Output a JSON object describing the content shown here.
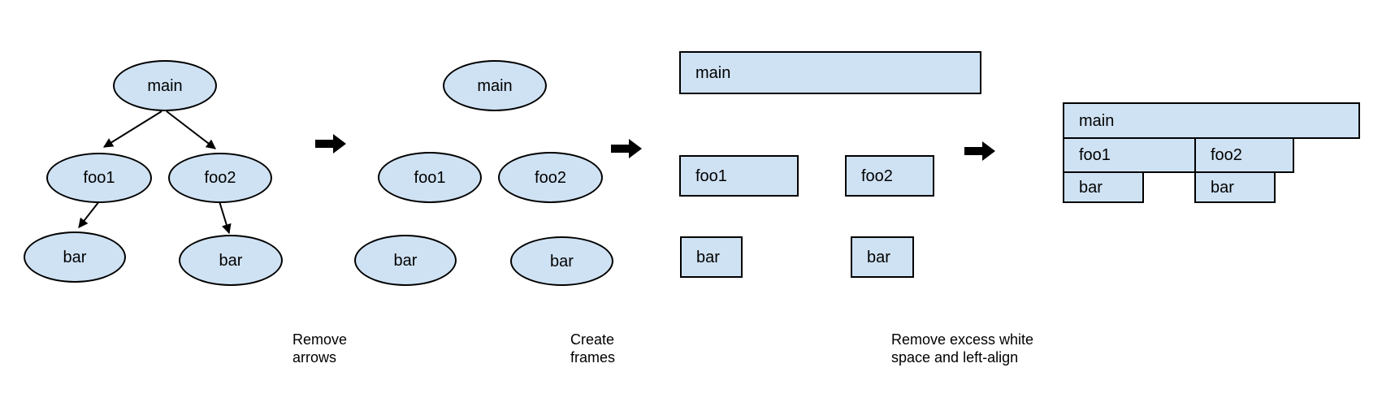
{
  "colors": {
    "shape_fill": "#cfe2f3",
    "shape_border": "#000000",
    "arrow_color": "#000000",
    "text_color": "#000000",
    "background": "#ffffff"
  },
  "panels": [
    {
      "name": "call-tree-with-arrows",
      "shape": "ellipse",
      "nodes": [
        {
          "id": "main",
          "label": "main"
        },
        {
          "id": "foo1",
          "label": "foo1"
        },
        {
          "id": "foo2",
          "label": "foo2"
        },
        {
          "id": "bar-left",
          "label": "bar"
        },
        {
          "id": "bar-right",
          "label": "bar"
        }
      ],
      "edges": [
        {
          "from": "main",
          "to": "foo1"
        },
        {
          "from": "main",
          "to": "foo2"
        },
        {
          "from": "foo1",
          "to": "bar-left"
        },
        {
          "from": "foo2",
          "to": "bar-right"
        }
      ]
    },
    {
      "name": "arrows-removed",
      "shape": "ellipse",
      "nodes": [
        {
          "id": "main",
          "label": "main"
        },
        {
          "id": "foo1",
          "label": "foo1"
        },
        {
          "id": "foo2",
          "label": "foo2"
        },
        {
          "id": "bar-left",
          "label": "bar"
        },
        {
          "id": "bar-right",
          "label": "bar"
        }
      ]
    },
    {
      "name": "frames-created",
      "shape": "rect",
      "nodes": [
        {
          "id": "main",
          "label": "main"
        },
        {
          "id": "foo1",
          "label": "foo1"
        },
        {
          "id": "foo2",
          "label": "foo2"
        },
        {
          "id": "bar-left",
          "label": "bar"
        },
        {
          "id": "bar-right",
          "label": "bar"
        }
      ]
    },
    {
      "name": "left-aligned-flame-graph",
      "shape": "rect",
      "nodes": [
        {
          "id": "main",
          "label": "main"
        },
        {
          "id": "foo1",
          "label": "foo1"
        },
        {
          "id": "foo2",
          "label": "foo2"
        },
        {
          "id": "bar-left",
          "label": "bar"
        },
        {
          "id": "bar-right",
          "label": "bar"
        }
      ]
    }
  ],
  "transitions": [
    {
      "label": "Remove\narrows"
    },
    {
      "label": "Create\nframes"
    },
    {
      "label": "Remove excess white\nspace and left-align"
    }
  ]
}
